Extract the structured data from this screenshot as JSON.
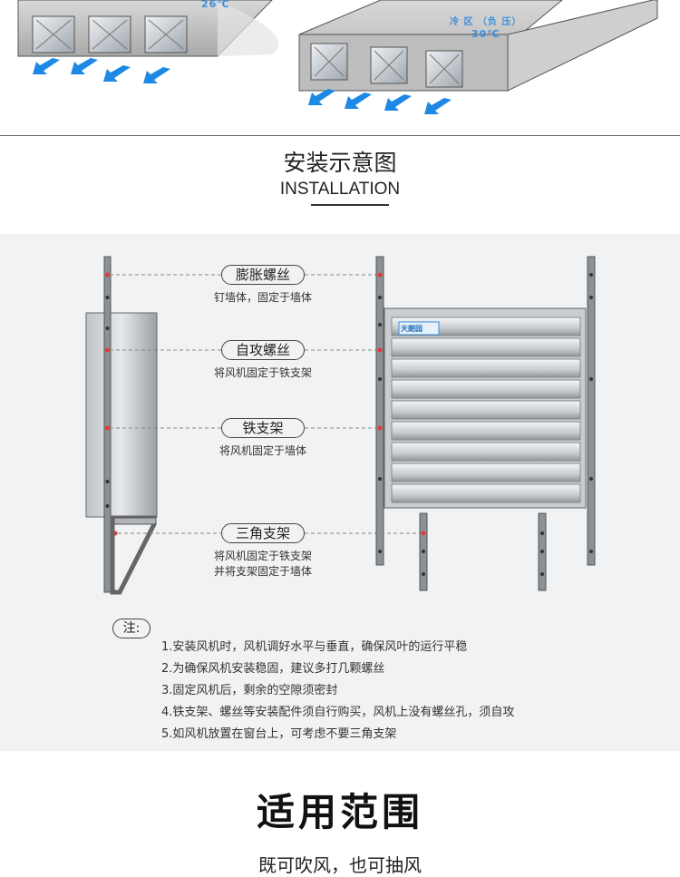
{
  "top_diagram": {
    "left_temp": "26℃",
    "right_zone": "冷 区 （负 压）",
    "right_temp": "30℃"
  },
  "install": {
    "title_cn": "安装示意图",
    "title_en": "INSTALLATION"
  },
  "callouts": [
    {
      "label": "膨胀螺丝",
      "caption": [
        "钉墙体，固定于墙体"
      ]
    },
    {
      "label": "自攻螺丝",
      "caption": [
        "将风机固定于铁支架"
      ]
    },
    {
      "label": "铁支架",
      "caption": [
        "将风机固定于墙体"
      ]
    },
    {
      "label": "三角支架",
      "caption": [
        "将风机固定于铁支架",
        "并将支架固定于墙体"
      ]
    }
  ],
  "fan_logo": "天朗园",
  "notes": {
    "tag": "注:",
    "items": [
      "1.安装风机时，风机调好水平与垂直，确保风叶的运行平稳",
      "2.为确保风机安装稳固，建议多打几颗螺丝",
      "3.固定风机后，剩余的空隙须密封",
      "4.铁支架、螺丝等安装配件须自行购买，风机上没有螺丝孔，须自攻",
      "5.如风机放置在窗台上，可考虑不要三角支架"
    ]
  },
  "scope": {
    "title": "适用范围",
    "subtitle": "既可吹风，也可抽风"
  },
  "colors": {
    "arrow": "#1e88e5",
    "accent_red": "#e53935",
    "panel": "#f1f2f3"
  }
}
